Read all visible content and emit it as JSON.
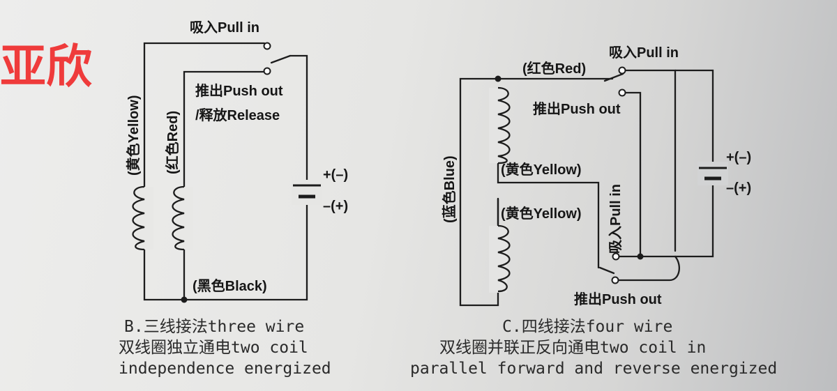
{
  "watermark": "亚欣",
  "diagram_b": {
    "pull_in": "吸入Pull in",
    "push_out": "推出Push out",
    "release": "/释放Release",
    "yellow": "(黄色Yellow)",
    "red": "(红色Red)",
    "black": "(黑色Black)",
    "plus": "+(–)",
    "minus": "–(+)",
    "caption": [
      "B.三线接法three wire",
      "双线圈独立通电two coil",
      "independence energized"
    ]
  },
  "diagram_c": {
    "pull_in_top": "吸入Pull in",
    "red": "(红色Red)",
    "push_out_top": "推出Push out",
    "yellow_1": "(黄色Yellow)",
    "yellow_2": "(黄色Yellow)",
    "blue": "(蓝色Blue)",
    "pull_in_side": "吸入Pull in",
    "push_out_bottom": "推出Push out",
    "plus": "+(–)",
    "minus": "–(+)",
    "caption": [
      "C.四线接法four wire",
      "双线圈并联正反向通电two coil in",
      "parallel forward and reverse energized"
    ]
  }
}
